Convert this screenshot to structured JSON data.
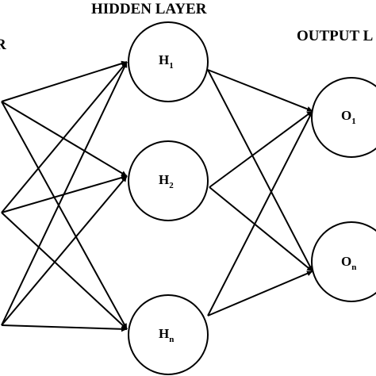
{
  "labels": {
    "input_layer_fragment": "R",
    "hidden_layer": "HIDDEN LAYER",
    "output_layer": "OUTPUT L"
  },
  "nodes": {
    "hidden": [
      {
        "id": "h1",
        "letter": "H",
        "sub": "1"
      },
      {
        "id": "h2",
        "letter": "H",
        "sub": "2"
      },
      {
        "id": "hn",
        "letter": "H",
        "sub": "n"
      }
    ],
    "output": [
      {
        "id": "o1",
        "letter": "O",
        "sub": "1"
      },
      {
        "id": "on",
        "letter": "O",
        "sub": "n"
      }
    ]
  },
  "connections": {
    "input_to_hidden": "fully connected",
    "hidden_to_output": "fully connected"
  }
}
